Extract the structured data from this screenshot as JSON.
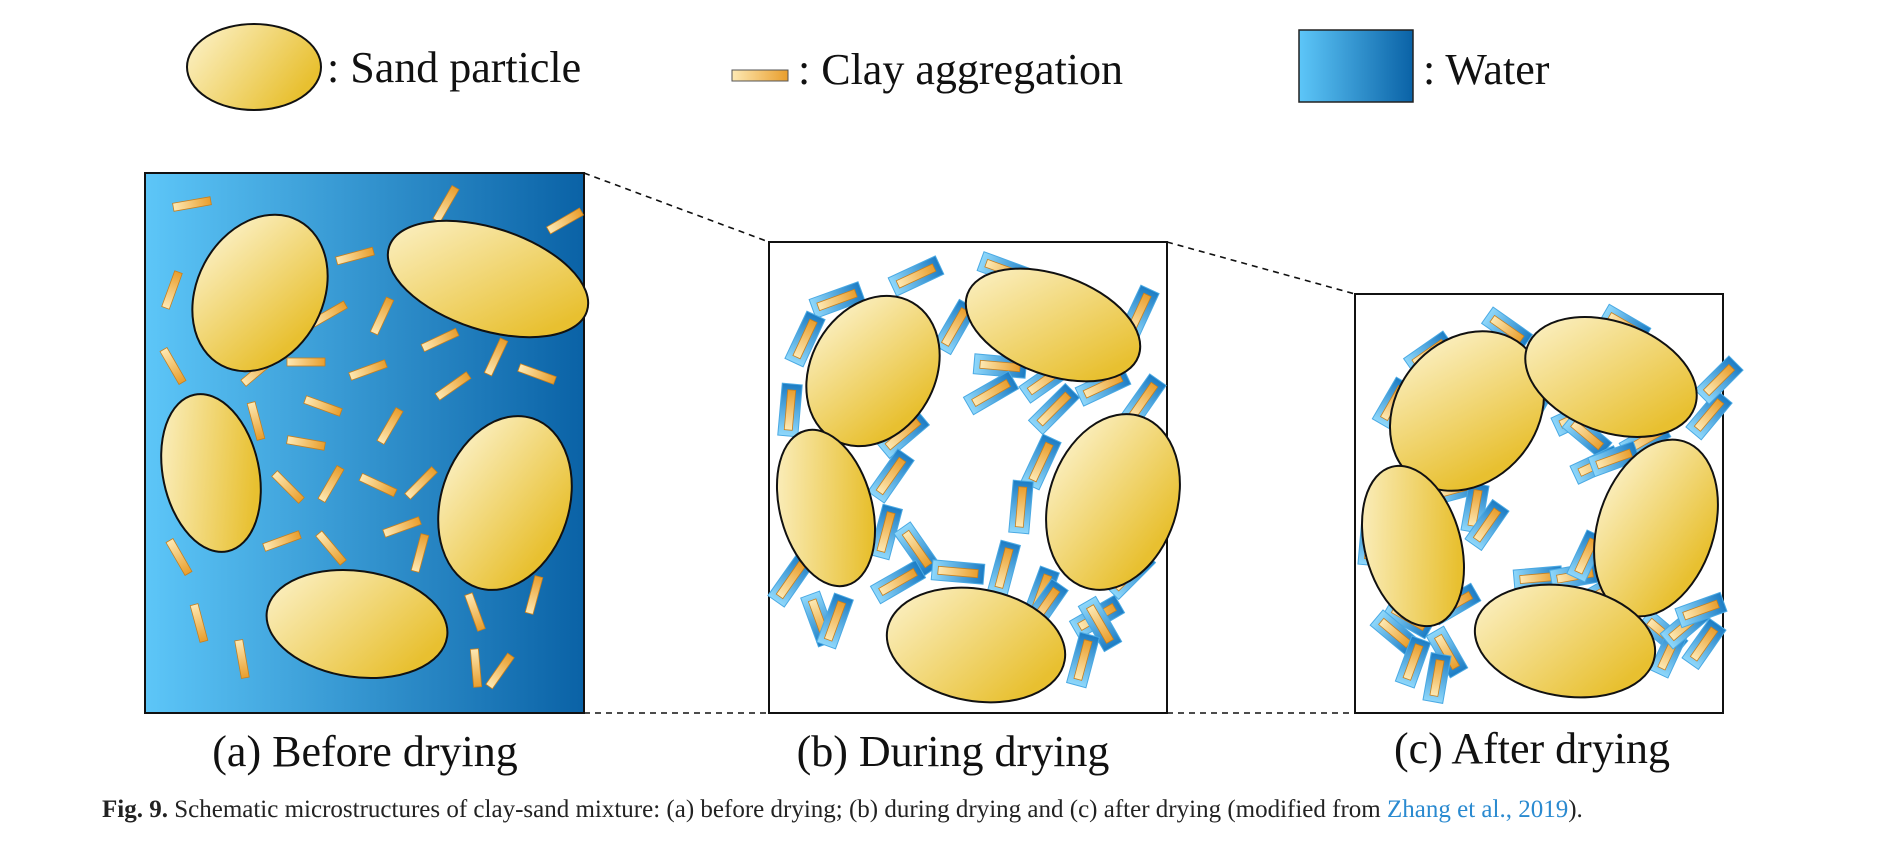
{
  "legend": {
    "sand_label": ": Sand particle",
    "clay_label": ": Clay aggregation",
    "water_label": ": Water"
  },
  "panels": {
    "a_label": "(a) Before drying",
    "b_label": "(b) During drying",
    "c_label": "(c) After drying"
  },
  "caption": {
    "fig_number": "Fig. 9.",
    "text": " Schematic microstructures of clay-sand mixture: (a) before drying; (b) during drying and (c) after drying (modified from ",
    "citation": "Zhang et al., 2019",
    "tail": ")."
  },
  "colors": {
    "sand_light": "#fbf1c6",
    "sand_dark": "#e9c23a",
    "clay_light": "#fde7b0",
    "clay_dark": "#e9a233",
    "water_light": "#5cc4f7",
    "water_dark": "#0a63a7",
    "citation_link": "#2a8ad0"
  }
}
